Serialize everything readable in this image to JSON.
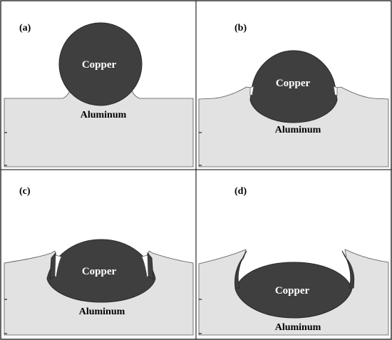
{
  "panels": [
    {
      "label": "(a)",
      "copper": "Copper",
      "aluminum": "Aluminum"
    },
    {
      "label": "(b)",
      "copper": "Copper",
      "aluminum": "Aluminum"
    },
    {
      "label": "(c)",
      "copper": "Copper",
      "aluminum": "Aluminum"
    },
    {
      "label": "(d)",
      "copper": "Copper",
      "aluminum": "Aluminum"
    }
  ],
  "colors": {
    "copper": "#3f3f3f",
    "aluminum": "#e2e2e2",
    "background": "#ffffff"
  }
}
